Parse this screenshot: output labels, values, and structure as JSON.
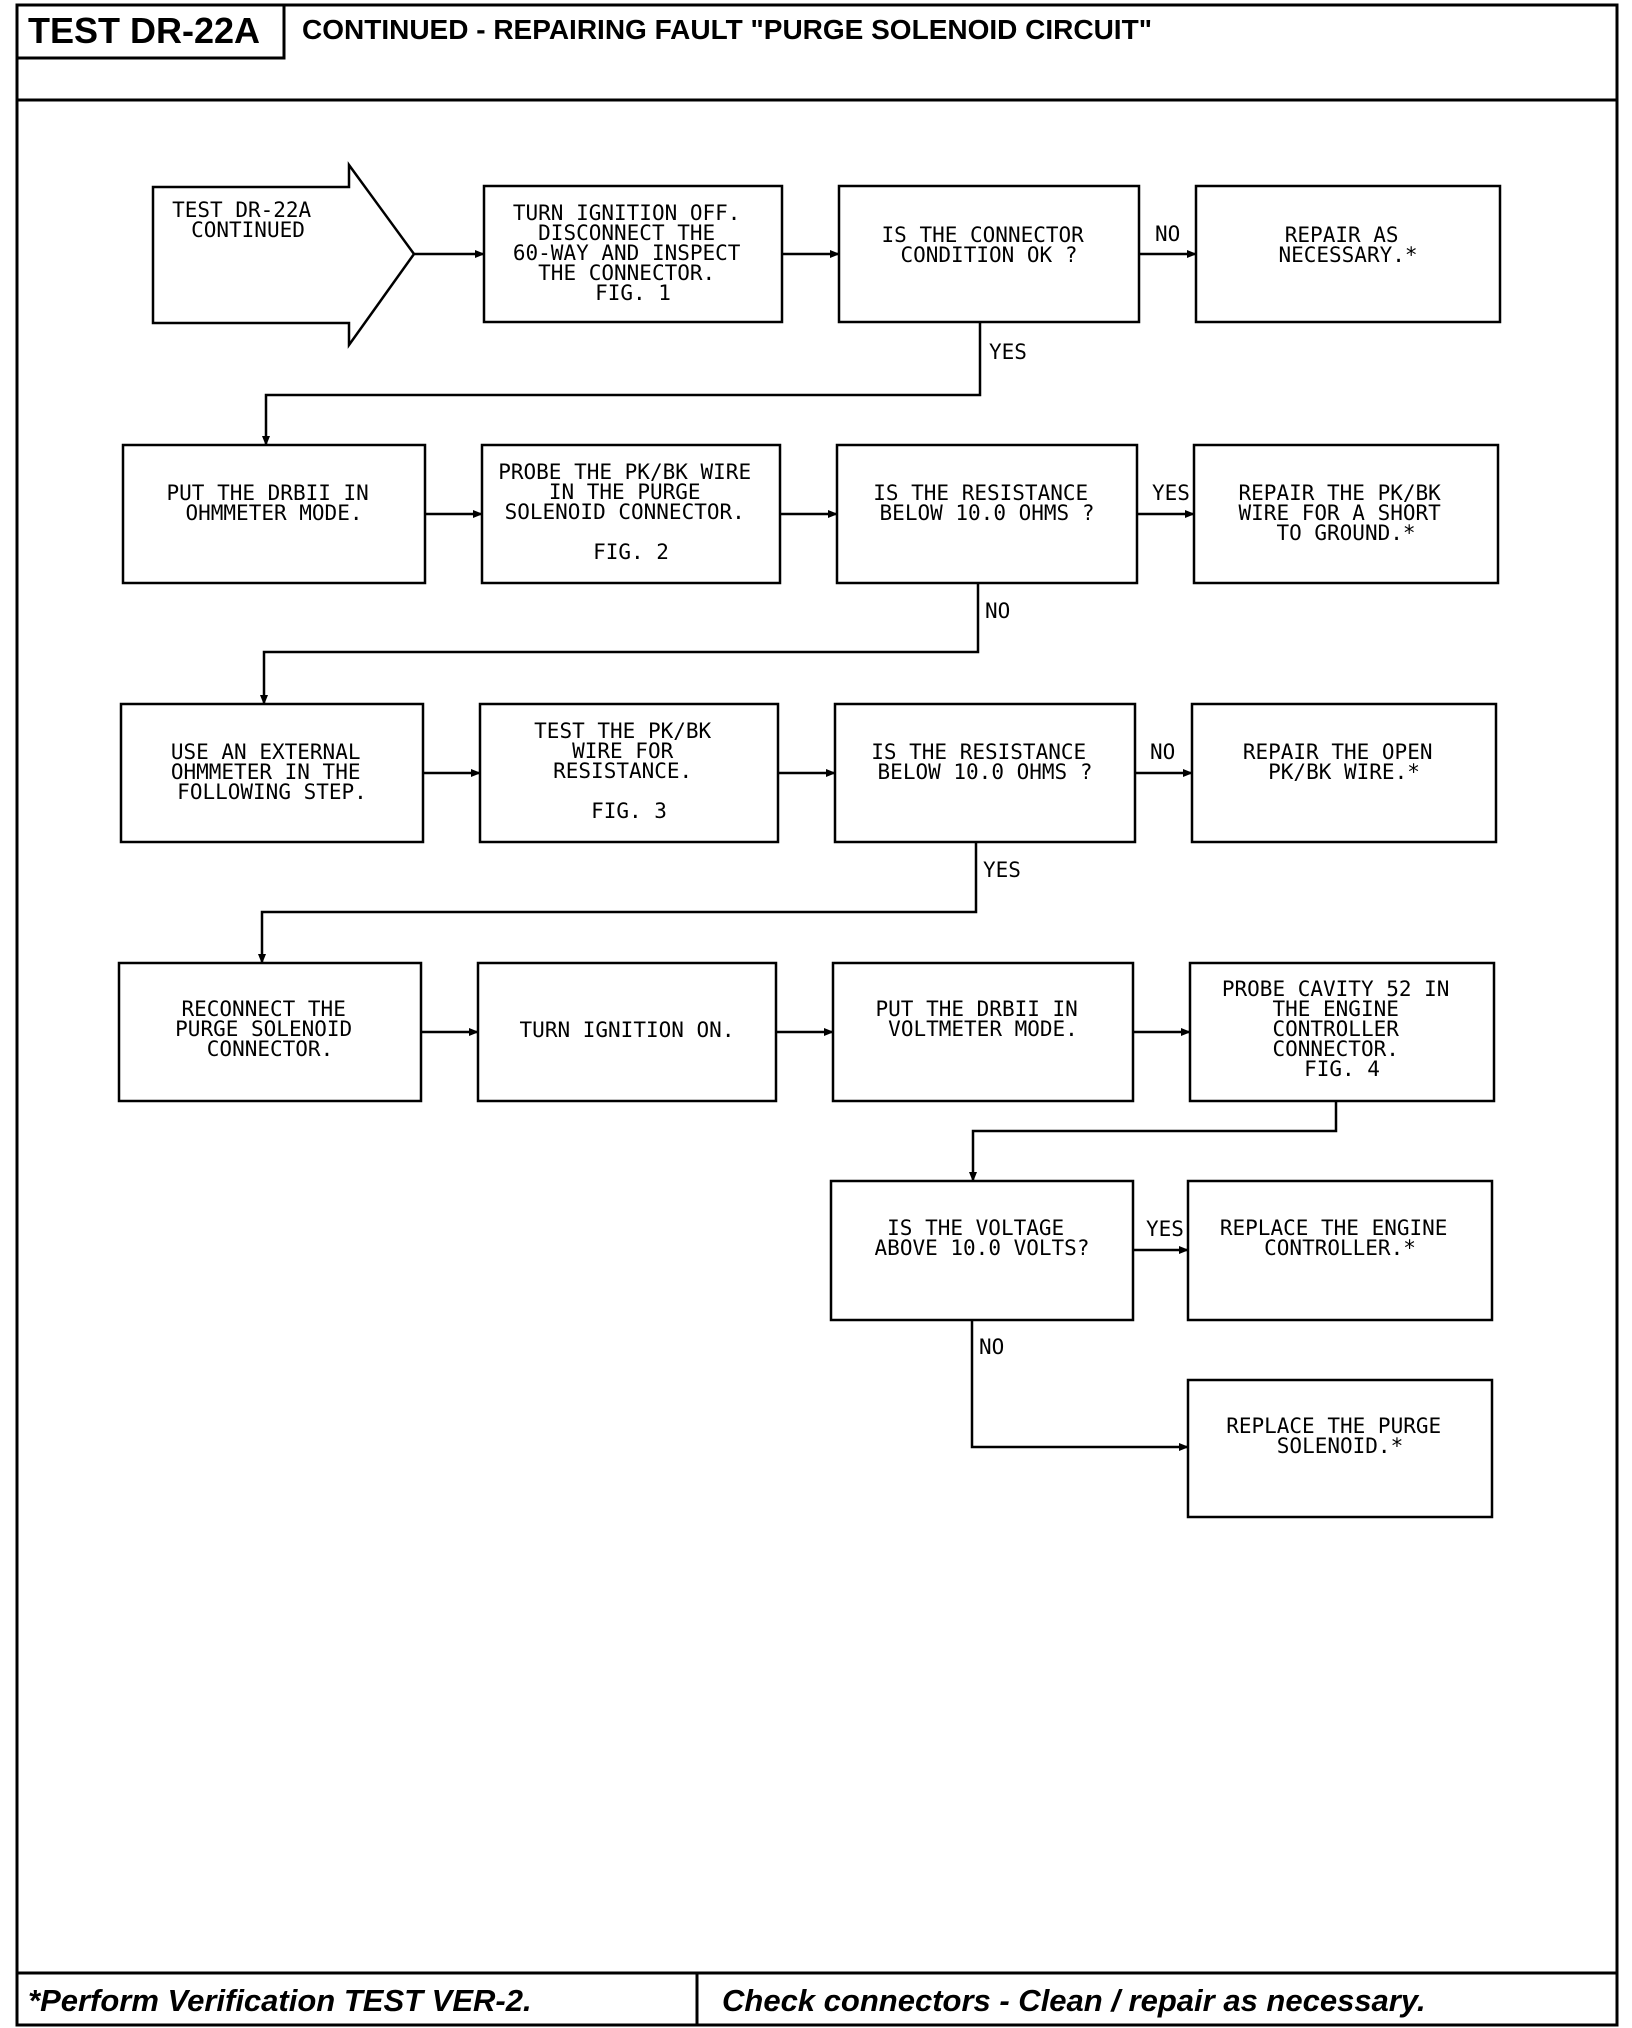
{
  "header": {
    "test_id": "TEST DR-22A",
    "title": "CONTINUED - REPAIRING FAULT \"PURGE SOLENOID CIRCUIT\""
  },
  "flowchart": {
    "nodes": {
      "start": [
        "TEST DR-22A",
        "CONTINUED"
      ],
      "n1": [
        "TURN IGNITION OFF.",
        "DISCONNECT THE",
        "60-WAY AND INSPECT",
        "THE CONNECTOR.",
        "FIG. 1"
      ],
      "n2": [
        "IS THE CONNECTOR",
        "CONDITION OK ?"
      ],
      "n3": [
        "REPAIR AS",
        "NECESSARY.*"
      ],
      "n4": [
        "PUT THE DRBII IN",
        "OHMMETER MODE."
      ],
      "n5": [
        "PROBE THE PK/BK WIRE",
        "IN THE PURGE",
        "SOLENOID CONNECTOR.",
        "",
        "FIG. 2"
      ],
      "n6": [
        "IS THE RESISTANCE",
        "BELOW 10.0 OHMS ?"
      ],
      "n7": [
        "REPAIR THE PK/BK",
        "WIRE FOR A SHORT",
        "TO GROUND.*"
      ],
      "n8": [
        "USE AN EXTERNAL",
        "OHMMETER IN THE",
        "FOLLOWING STEP."
      ],
      "n9": [
        "TEST THE PK/BK",
        "WIRE FOR",
        "RESISTANCE.",
        "",
        "FIG. 3"
      ],
      "n10": [
        "IS THE RESISTANCE",
        "BELOW 10.0 OHMS ?"
      ],
      "n11": [
        "REPAIR THE OPEN",
        "PK/BK WIRE.*"
      ],
      "n12": [
        "RECONNECT THE",
        "PURGE SOLENOID",
        "CONNECTOR."
      ],
      "n13": [
        "TURN IGNITION ON."
      ],
      "n14": [
        "PUT THE DRBII IN",
        "VOLTMETER MODE."
      ],
      "n15": [
        "PROBE CAVITY 52 IN",
        "THE ENGINE",
        "CONTROLLER",
        "CONNECTOR.",
        "FIG. 4"
      ],
      "n16": [
        "IS THE VOLTAGE",
        "ABOVE 10.0 VOLTS?"
      ],
      "n17": [
        "REPLACE THE ENGINE",
        "CONTROLLER.*"
      ],
      "n18": [
        "REPLACE THE PURGE",
        "SOLENOID.*"
      ]
    },
    "edge_labels": {
      "n2_no": "NO",
      "n2_yes": "YES",
      "n6_yes": "YES",
      "n6_no": "NO",
      "n10_no": "NO",
      "n10_yes": "YES",
      "n16_yes": "YES",
      "n16_no": "NO"
    }
  },
  "footer": {
    "left": "*Perform Verification TEST VER-2.",
    "right": "Check connectors - Clean / repair as necessary."
  }
}
